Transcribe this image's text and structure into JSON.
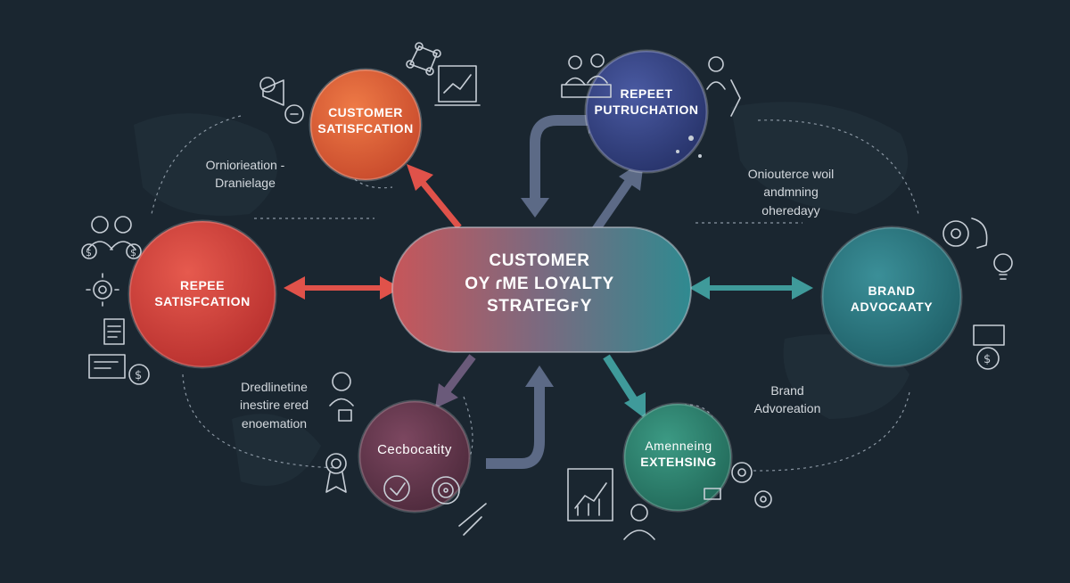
{
  "colors": {
    "background": "#1a2630",
    "satisfaction": "#e06a3c",
    "repurchase": "#3a4a8c",
    "repeat_left": "#d9453d",
    "advocacy": "#2f7d86",
    "cecbocatity": "#6a3a52",
    "extending": "#2f8a76",
    "arrow_red": "#e0524a",
    "arrow_grey": "#5c6a86",
    "arrow_teal": "#3f9a9a",
    "line_icon": "#c7ced6"
  },
  "center": {
    "line1": "CUSTOMER",
    "line2": "OY ɾME LOYALTY",
    "line3": "STRATEGꜰY"
  },
  "nodes": {
    "satisfaction": {
      "line1": "CUSTOMER",
      "line2": "SATISFCATION"
    },
    "repurchase": {
      "line1": "REPEET",
      "line2": "PUTRUCHATION"
    },
    "repeat": {
      "line1": "REPEE",
      "line2": "SATISFCATION"
    },
    "advocacy": {
      "line1": "BRAND",
      "line2": "ADVOCAATY"
    },
    "cecbocatity": {
      "line1": "Cecbocatity"
    },
    "extending": {
      "line1": "Amenneing",
      "line2": "EXTEHSING"
    }
  },
  "notes": {
    "top_left": [
      "Orniorieation -",
      "Dranielage"
    ],
    "top_right": [
      "Oniouterce woil",
      "andmning",
      "oheredayy"
    ],
    "bottom_left": [
      "Dredlinetine",
      "inestire ered",
      "enoemation"
    ],
    "bottom_right": [
      "Brand",
      "Advoreation"
    ]
  },
  "icons": [
    "network-icon",
    "chart-screen-icon",
    "people-group-icon",
    "megaphone-icon",
    "money-people-icon",
    "gear-icon",
    "document-icon",
    "money-card-icon",
    "head-gear-icon",
    "lightbulb-icon",
    "dollar-screen-icon",
    "award-ribbon-icon",
    "target-icon",
    "growth-chart-icon",
    "person-icon",
    "cogs-icon",
    "headset-person-icon"
  ]
}
